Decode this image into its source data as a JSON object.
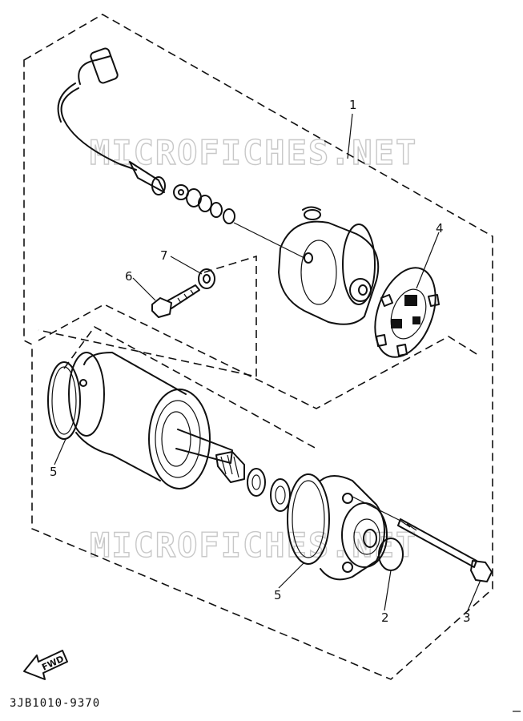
{
  "watermark": "MICROFICHES.NET",
  "diagram_code": "3JB1010-9370",
  "fwd_label": "FWD",
  "callouts": {
    "c1": "1",
    "c2": "2",
    "c3": "3",
    "c4": "4",
    "c5a": "5",
    "c5b": "5",
    "c6": "6",
    "c7": "7"
  }
}
